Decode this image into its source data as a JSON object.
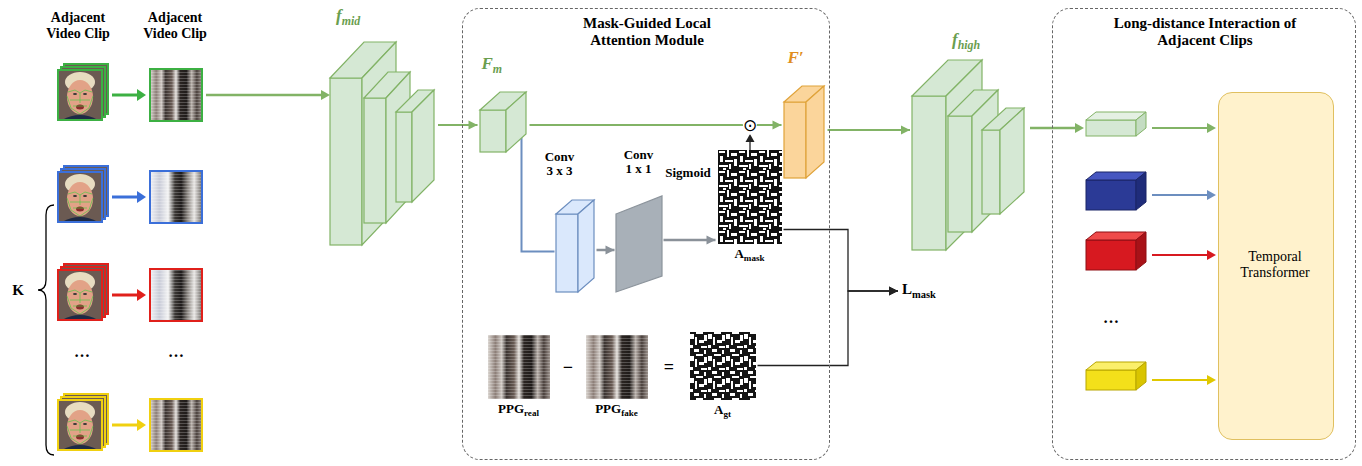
{
  "diagram": {
    "nodes": [
      {
        "text": [
          "f",
          "mid"
        ]
      },
      {
        "text": [
          "Mask-Guided Local Attention Module"
        ]
      },
      {
        "text": [
          "F",
          "m"
        ],
        "in": 1
      },
      {
        "text": [
          "F′"
        ],
        "in": 1
      },
      {
        "text": [
          "Conv 3 x 3"
        ],
        "in": 1
      },
      {
        "text": [
          "Conv 1 x 1"
        ],
        "in": 1
      },
      {
        "text": [
          "A",
          "mask"
        ],
        "in": 1
      },
      {
        "text": [
          "PPG",
          "real"
        ],
        "in": 1
      },
      {
        "text": [
          "PPG",
          "fake"
        ],
        "in": 1
      },
      {
        "text": [
          "A",
          "gt"
        ],
        "in": 1
      },
      {
        "text": [
          "L",
          "mask"
        ]
      },
      {
        "text": [
          "f",
          "high"
        ]
      },
      {
        "text": [
          "Long-distance Interaction of Adjacent Clips"
        ]
      },
      {
        "text": [
          "Temporal Transformer"
        ],
        "in": 12
      }
    ],
    "edges": [
      {
        "from": 0,
        "to": 2,
        "arrow": "to"
      },
      {
        "from": 2,
        "to": 3,
        "arrow": "to"
      },
      {
        "from": 2,
        "to": 4,
        "arrow": "none"
      },
      {
        "from": 4,
        "to": 5,
        "arrow": "to"
      },
      {
        "from": 5,
        "to": 6,
        "label": "Sigmoid",
        "arrow": "to"
      },
      {
        "from": 6,
        "to": 10,
        "arrow": "to"
      },
      {
        "from": 9,
        "to": 10,
        "arrow": "to"
      },
      {
        "from": 3,
        "to": 11,
        "arrow": "to"
      }
    ],
    "labels": [
      "Adjacent Video Clip",
      "Adjacent Video Clip",
      "K",
      "…",
      "…",
      "⊙",
      "−",
      "=",
      "…"
    ]
  }
}
